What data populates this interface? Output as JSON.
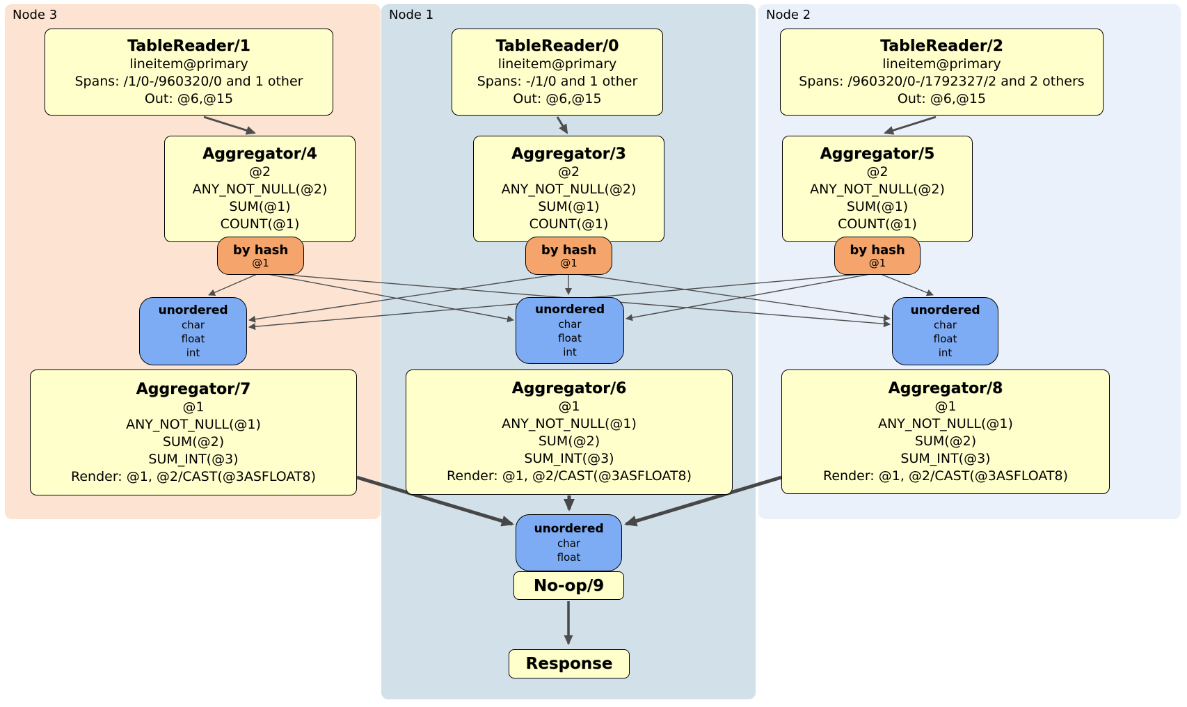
{
  "regions": [
    {
      "label": "Node 3"
    },
    {
      "label": "Node 1"
    },
    {
      "label": "Node 2"
    }
  ],
  "processors": {
    "tr1": {
      "title": "TableReader/1",
      "lines": [
        "lineitem@primary",
        "Spans: /1/0-/960320/0 and 1 other",
        "Out: @6,@15"
      ]
    },
    "tr0": {
      "title": "TableReader/0",
      "lines": [
        "lineitem@primary",
        "Spans: -/1/0 and 1 other",
        "Out: @6,@15"
      ]
    },
    "tr2": {
      "title": "TableReader/2",
      "lines": [
        "lineitem@primary",
        "Spans: /960320/0-/1792327/2 and 2 others",
        "Out: @6,@15"
      ]
    },
    "agg4": {
      "title": "Aggregator/4",
      "lines": [
        "@2",
        "ANY_NOT_NULL(@2)",
        "SUM(@1)",
        "COUNT(@1)"
      ]
    },
    "agg3": {
      "title": "Aggregator/3",
      "lines": [
        "@2",
        "ANY_NOT_NULL(@2)",
        "SUM(@1)",
        "COUNT(@1)"
      ]
    },
    "agg5": {
      "title": "Aggregator/5",
      "lines": [
        "@2",
        "ANY_NOT_NULL(@2)",
        "SUM(@1)",
        "COUNT(@1)"
      ]
    },
    "agg7": {
      "title": "Aggregator/7",
      "lines": [
        "@1",
        "ANY_NOT_NULL(@1)",
        "SUM(@2)",
        "SUM_INT(@3)",
        "Render: @1, @2/CAST(@3ASFLOAT8)"
      ]
    },
    "agg6": {
      "title": "Aggregator/6",
      "lines": [
        "@1",
        "ANY_NOT_NULL(@1)",
        "SUM(@2)",
        "SUM_INT(@3)",
        "Render: @1, @2/CAST(@3ASFLOAT8)"
      ]
    },
    "agg8": {
      "title": "Aggregator/8",
      "lines": [
        "@1",
        "ANY_NOT_NULL(@1)",
        "SUM(@2)",
        "SUM_INT(@3)",
        "Render: @1, @2/CAST(@3ASFLOAT8)"
      ]
    },
    "noop": {
      "title": "No-op/9"
    },
    "response": {
      "title": "Response"
    }
  },
  "routers": {
    "hash_node3": {
      "title": "by hash",
      "detail": "@1"
    },
    "hash_node1": {
      "title": "by hash",
      "detail": "@1"
    },
    "hash_node2": {
      "title": "by hash",
      "detail": "@1"
    }
  },
  "syncs": {
    "un_node3": {
      "title": "unordered",
      "lines": [
        "char",
        "float",
        "int"
      ]
    },
    "un_node1": {
      "title": "unordered",
      "lines": [
        "char",
        "float",
        "int"
      ]
    },
    "un_node2": {
      "title": "unordered",
      "lines": [
        "char",
        "float",
        "int"
      ]
    },
    "un_final": {
      "title": "unordered",
      "lines": [
        "char",
        "float"
      ]
    }
  },
  "colors": {
    "node3_bg": "#fce3d2",
    "node1_bg": "#d2e0ea",
    "node2_bg": "#ebf1fa",
    "processor_fill": "#ffffcc",
    "router_fill": "#f5a56b",
    "sync_fill": "#7eacf4",
    "edge": "#4d4d4d"
  }
}
